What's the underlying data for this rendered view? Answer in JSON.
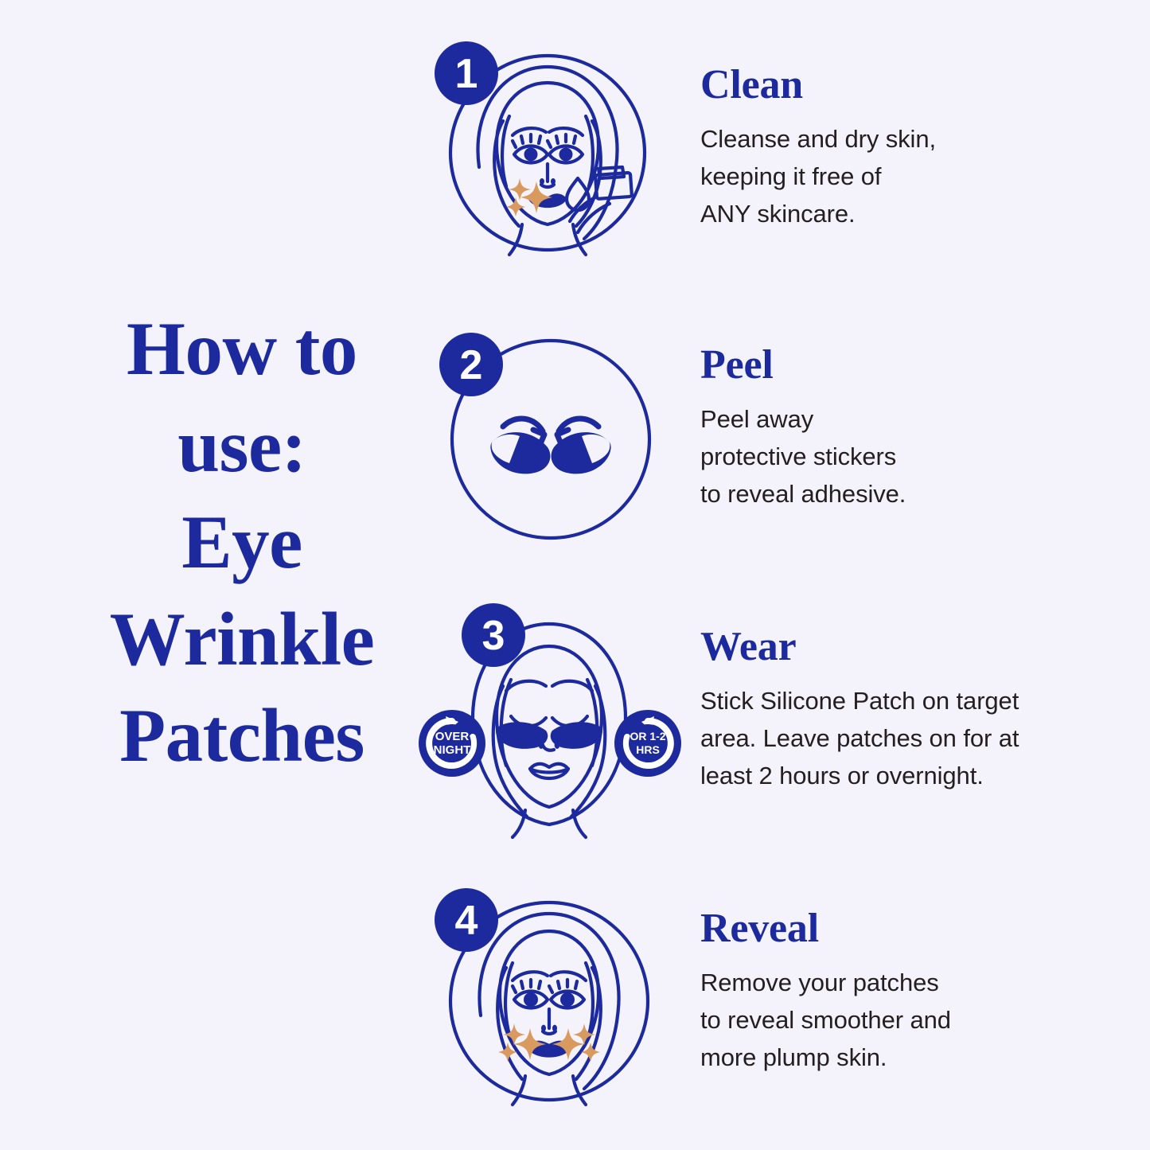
{
  "theme": {
    "background": "#f4f3fb",
    "brand_blue": "#1c2a9e",
    "ink": "#231f20",
    "sparkle_orange": "#d89a5e",
    "badge_text": "#ffffff"
  },
  "title": {
    "line1": "How to",
    "line2": "use:",
    "line3": "Eye",
    "line4": "Wrinkle",
    "line5": "Patches"
  },
  "steps": [
    {
      "number": "1",
      "heading": "Clean",
      "body_lines": [
        "Cleanse and dry skin,",
        "keeping it free of",
        "ANY skincare."
      ],
      "illustration": "face-open-eyes-with-cleansing-pad-and-droplet"
    },
    {
      "number": "2",
      "heading": "Peel",
      "body_lines": [
        "Peel away",
        "protective stickers",
        "to reveal adhesive."
      ],
      "illustration": "two-eye-patches-with-peeling-corners-and-arrows"
    },
    {
      "number": "3",
      "heading": "Wear",
      "body_lines": [
        "Stick Silicone Patch on target",
        "area. Leave patches on for at",
        "least 2 hours or overnight."
      ],
      "illustration": "face-closed-eyes-wearing-patches-with-timing-badges",
      "timing_badges": [
        {
          "line1": "OVER",
          "line2": "NIGHT"
        },
        {
          "line1": "OR 1-2",
          "line2": "HRS"
        }
      ]
    },
    {
      "number": "4",
      "heading": "Reveal",
      "body_lines": [
        "Remove your patches",
        "to reveal smoother and",
        "more plump skin."
      ],
      "illustration": "face-open-eyes-with-sparkles-both-cheeks"
    }
  ]
}
